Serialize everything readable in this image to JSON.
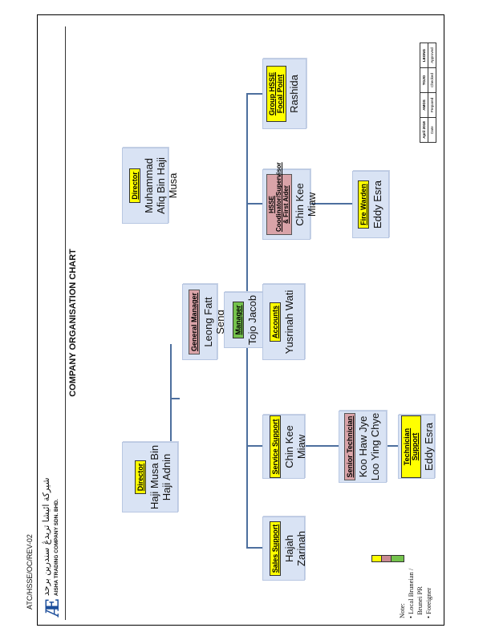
{
  "company": {
    "name_arabic": "شيرکة ائيشا تريدڠ سندرين برحد",
    "name": "AISHA TRADING COMPANY SDN. BHD."
  },
  "title": "COMPANY ORGANISATION CHART",
  "doc_ref": "ATC/HSSE/OC/REV-02",
  "colors": {
    "box": "#d9e3f4",
    "line": "#4d6f9e",
    "yellow": "#ffff00",
    "pink": "#d9a3a8",
    "green": "#74c24c"
  },
  "boxes": {
    "director1": {
      "role": "Director",
      "name": "Haji Musa Bin Haji Adnin"
    },
    "director2": {
      "role": "Director",
      "name": "Muhammad Afiq Bin Haji Musa"
    },
    "gm": {
      "role": "General Manager",
      "name": "Leong Fatt Seng"
    },
    "manager": {
      "role": "Manager",
      "name": "Tojo Jacob"
    },
    "sales": {
      "role": "Sales Support",
      "name": "Hajah Zarinah"
    },
    "service": {
      "role": "Service Support",
      "name": "Chin Kee Miaw"
    },
    "senior": {
      "role": "Senior Technician",
      "name1": "Koo Haw Jye",
      "name2": "Loo Ying Chye"
    },
    "techsupport": {
      "role": "Technician Support",
      "name": "Eddy Esra"
    },
    "accounts": {
      "role": "Accounts",
      "name": "Yusrinah Wati"
    },
    "hsse": {
      "role": "HSSE Coodinator/Supervisor & First Aider",
      "name": "Chin Kee Miaw"
    },
    "firewarden": {
      "role": "Fire Warden",
      "name": "Eddy Esra"
    },
    "focal": {
      "role": "Group HSSE Focal Point",
      "name": "Rashida"
    }
  },
  "note": {
    "title": "Note:",
    "items": [
      "Local Bruneian /",
      "Brunei PR",
      "Foreigner"
    ]
  },
  "approval": {
    "values": [
      "April 2018",
      "AMOS",
      "TOJO",
      "LEONG"
    ],
    "labels": [
      "Date",
      "Prepared",
      "Checked",
      "Approved"
    ]
  }
}
